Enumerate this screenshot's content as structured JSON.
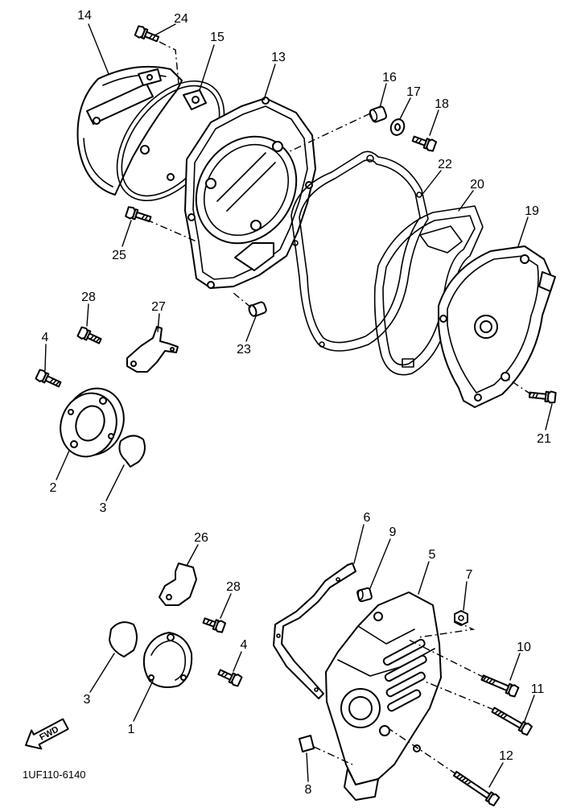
{
  "diagram": {
    "callouts": [
      "14",
      "24",
      "15",
      "13",
      "16",
      "17",
      "18",
      "22",
      "20",
      "19",
      "25",
      "23",
      "21",
      "28",
      "27",
      "4",
      "2",
      "3",
      "6",
      "9",
      "5",
      "7",
      "26",
      "28",
      "4",
      "10",
      "11",
      "3",
      "1",
      "12",
      "8"
    ],
    "fwd_label": "FWD",
    "drawing_code": "1UF110-6140"
  },
  "colors": {
    "ink": "#000000",
    "paper": "#ffffff"
  }
}
